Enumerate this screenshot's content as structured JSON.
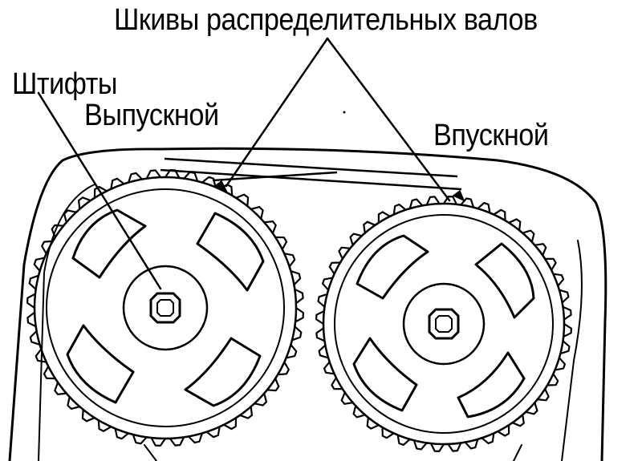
{
  "labels": {
    "camshaft_pulleys": "Шкивы распределительных валов",
    "pins": "Штифты",
    "exhaust": "Выпускной",
    "intake": "Впускной"
  },
  "colors": {
    "ink": "#000000",
    "background": "#ffffff"
  },
  "drawing": {
    "pulleys": [
      {
        "name": "exhaust-pulley",
        "teeth": 44
      },
      {
        "name": "intake-pulley",
        "teeth": 44
      }
    ]
  }
}
